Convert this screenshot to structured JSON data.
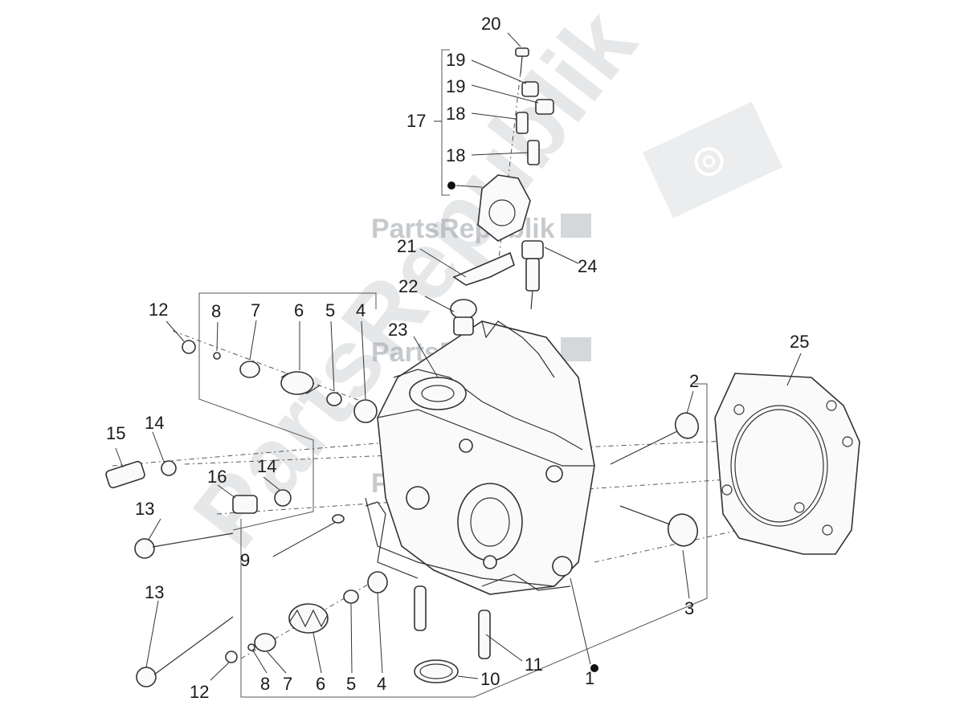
{
  "watermark": {
    "brand": "PartsRepublik",
    "diagonal": "PartsRepublik"
  },
  "callouts": {
    "c1": "1",
    "c2": "2",
    "c3": "3",
    "c4a": "4",
    "c4b": "4",
    "c5a": "5",
    "c5b": "5",
    "c6a": "6",
    "c6b": "6",
    "c7a": "7",
    "c7b": "7",
    "c8a": "8",
    "c8b": "8",
    "c9": "9",
    "c10": "10",
    "c11": "11",
    "c12a": "12",
    "c12b": "12",
    "c13a": "13",
    "c13b": "13",
    "c14a": "14",
    "c14b": "14",
    "c15": "15",
    "c16": "16",
    "c17": "17",
    "c18a": "18",
    "c18b": "18",
    "c19a": "19",
    "c19b": "19",
    "c20": "20",
    "c21": "21",
    "c22": "22",
    "c23": "23",
    "c24": "24",
    "c25": "25"
  },
  "icons": {
    "gear": "gear-icon",
    "bullet": "dot-marker"
  }
}
